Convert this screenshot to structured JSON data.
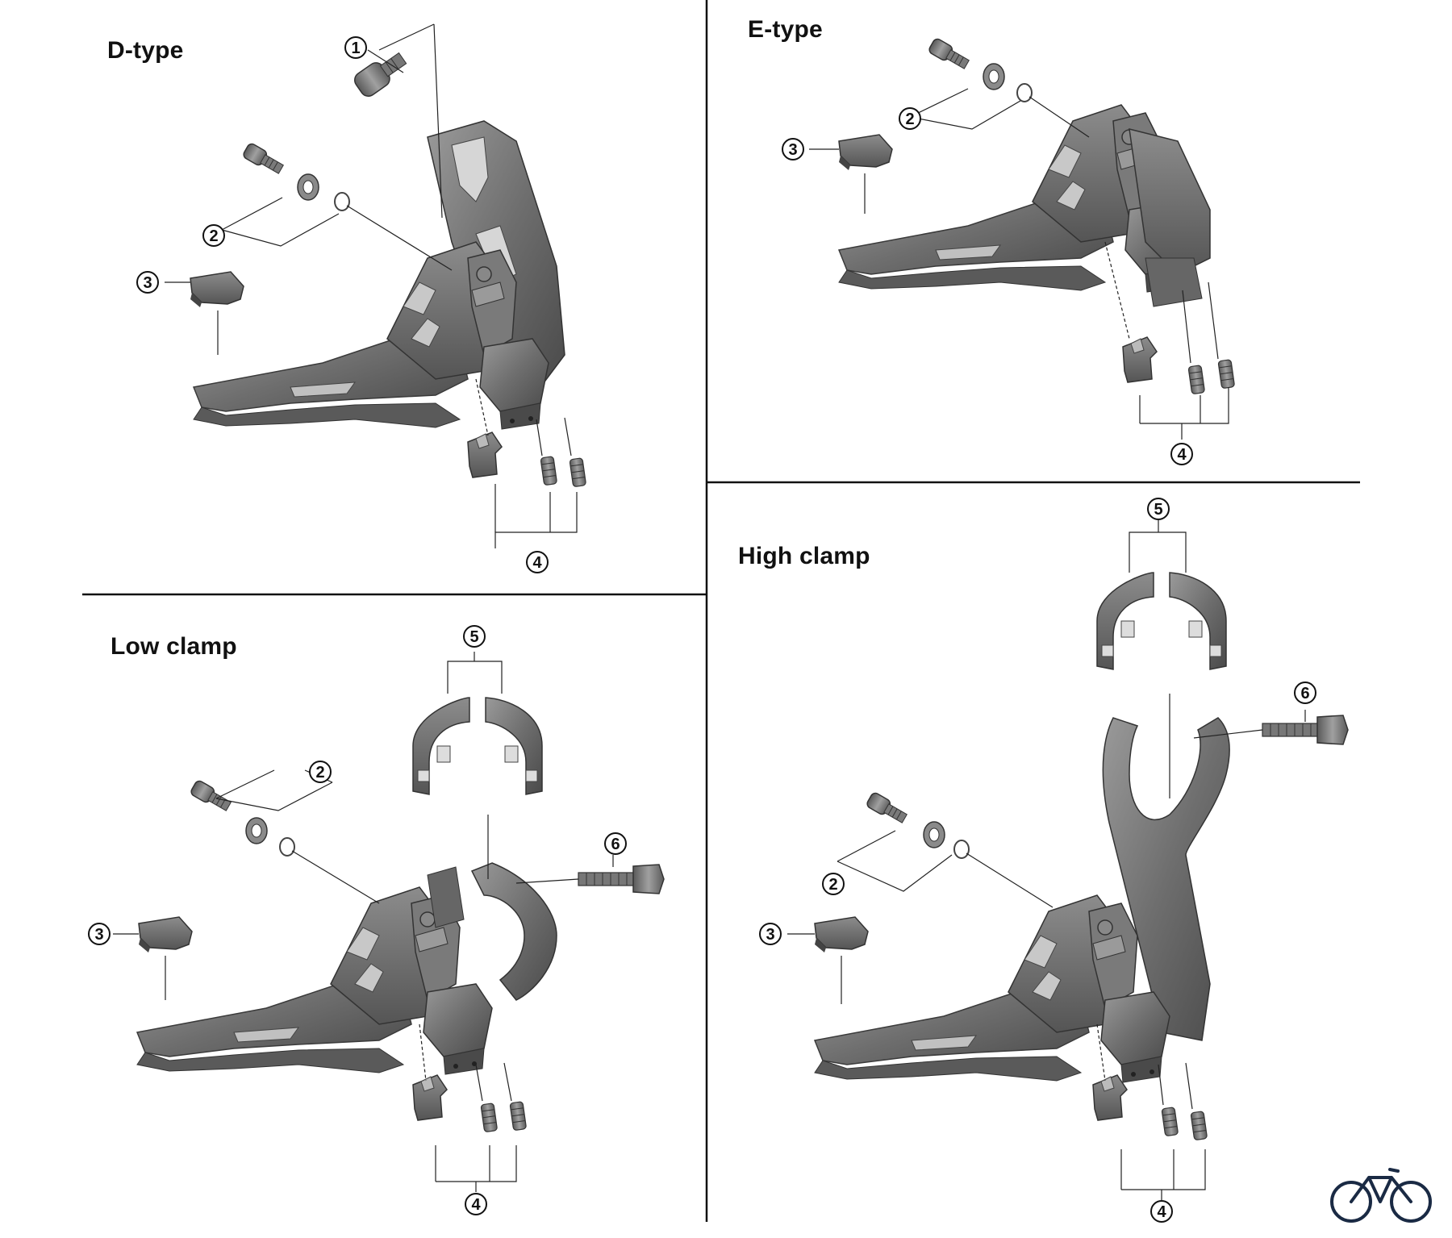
{
  "panels": [
    {
      "title": "D-type",
      "callouts": [
        "1",
        "2",
        "3",
        "4"
      ]
    },
    {
      "title": "E-type",
      "callouts": [
        "2",
        "3",
        "4"
      ]
    },
    {
      "title": "Low clamp",
      "callouts": [
        "2",
        "3",
        "4",
        "5",
        "6"
      ]
    },
    {
      "title": "High clamp",
      "callouts": [
        "2",
        "3",
        "4",
        "5",
        "6"
      ]
    }
  ],
  "logo": {
    "name": "bicycle-logo-icon"
  }
}
